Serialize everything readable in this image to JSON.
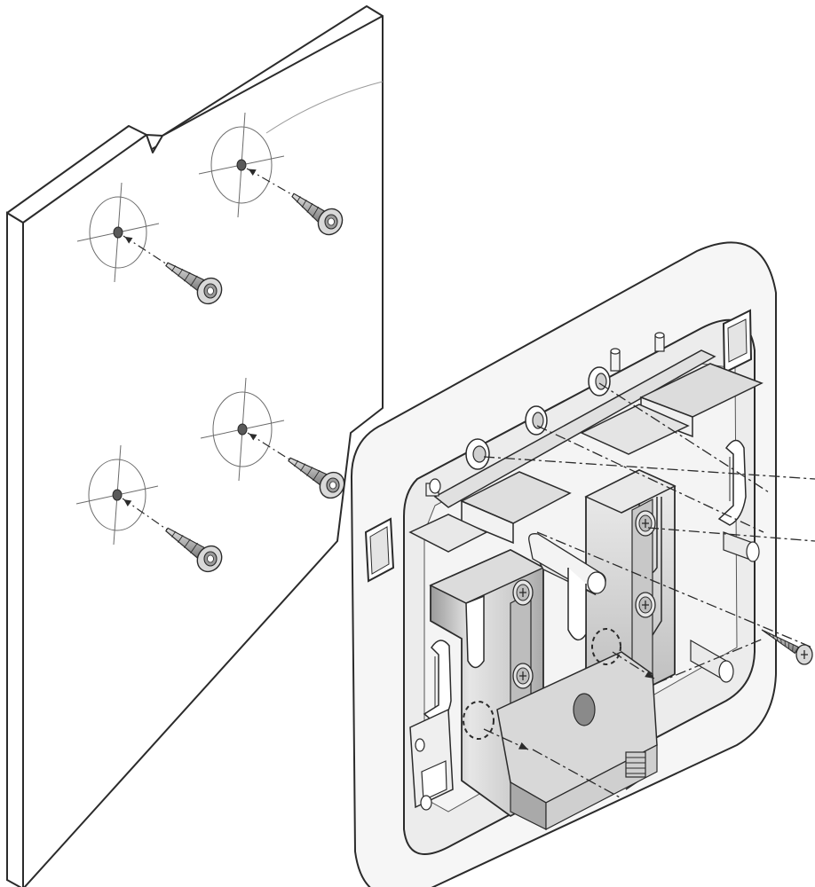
{
  "diagram": {
    "type": "exploded-installation-drawing",
    "labels": [],
    "colors": {
      "line": "#2b2b2b",
      "wall_fill": "#ffffff",
      "housing_fill": "#f5f5f5",
      "housing_inner": "#ebebeb",
      "metal_light": "#e3e3e3",
      "metal_mid": "#c4c4c4",
      "metal_dark": "#8f8f8f",
      "screw_fill": "#b5b5b5"
    },
    "parts": {
      "wall": "wall-panel",
      "anchors": [
        "anchor-1",
        "anchor-2",
        "anchor-3",
        "anchor-4"
      ],
      "mount": "wall-mount-bracket",
      "screw": "mounting-screw"
    }
  }
}
